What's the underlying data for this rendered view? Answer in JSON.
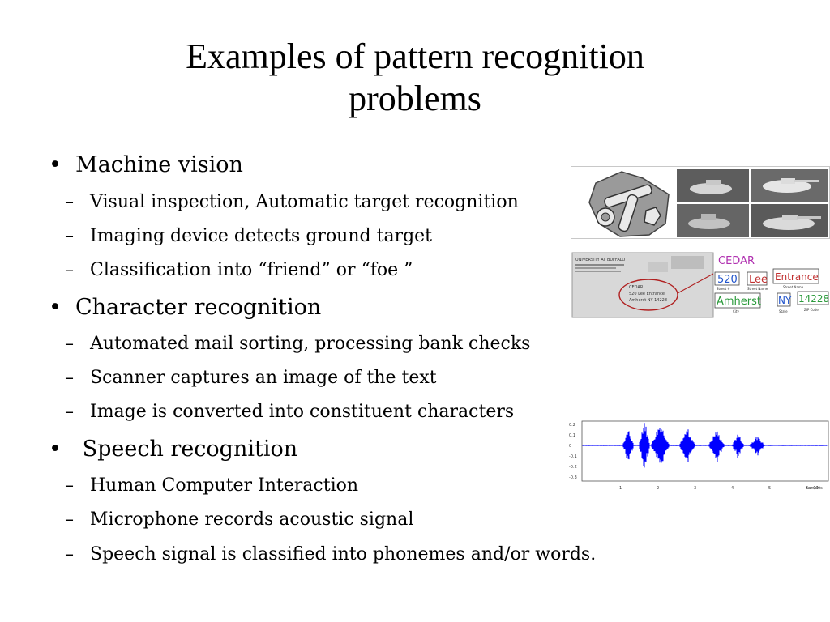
{
  "slide": {
    "title_line1": "Examples of pattern recognition",
    "title_line2": "problems"
  },
  "bullets": [
    {
      "text": "Machine vision",
      "subs": [
        "Visual inspection, Automatic target recognition",
        "Imaging device detects ground target",
        "Classification into “friend” or “foe ”"
      ]
    },
    {
      "text": "Character recognition",
      "subs": [
        "Automated mail sorting, processing bank checks",
        "Scanner captures an image of the text",
        "Image is converted into constituent characters"
      ]
    },
    {
      "text": " Speech recognition",
      "subs": [
        "Human Computer Interaction",
        "Microphone records acoustic signal",
        "Speech signal is classified into phonemes and/or words."
      ]
    }
  ],
  "markers": {
    "bullet": "•",
    "dash": "–"
  },
  "ocr_figure": {
    "label_top": "CEDAR",
    "street_number": "520",
    "street_name": "Lee",
    "street_type": "Entrance",
    "city": "Amherst",
    "state": "NY",
    "zip": "14228",
    "caption_street_number": "Street #",
    "caption_street_name": "Street Name",
    "caption_street_type": "Street Name",
    "caption_city": "City",
    "caption_state": "State",
    "caption_zip": "ZIP Code",
    "envelope_circle_text_1": "CEDAR",
    "envelope_circle_text_2": "520 Lee Entrance",
    "envelope_circle_text_3": "Amherst NY 14228",
    "envelope_header": "UNIVERSITY AT BUFFALO"
  },
  "speech_plot": {
    "y_ticks": [
      "0.2",
      "0.1",
      "0",
      "-0.1",
      "-0.2",
      "-0.3"
    ],
    "x_ticks": [
      "1",
      "2",
      "3",
      "4",
      "5",
      "6 x 10⁴"
    ],
    "x_label": "samples",
    "waveform_color": "#0000ff"
  }
}
